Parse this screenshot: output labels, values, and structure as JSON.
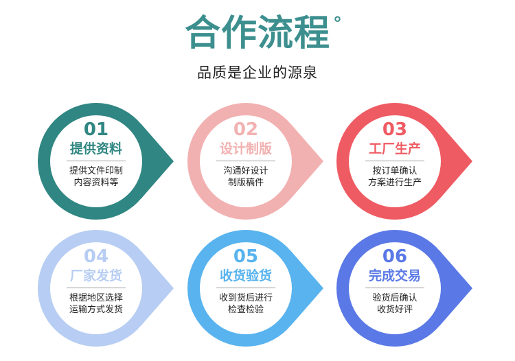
{
  "header": {
    "title": "合作流程",
    "title_mark": "°",
    "subtitle": "品质是企业的源泉"
  },
  "steps": [
    {
      "number": "01",
      "title": "提供资料",
      "desc_line1": "提供文件印制",
      "desc_line2": "内容资料等",
      "color": "#2f8682"
    },
    {
      "number": "02",
      "title": "设计制版",
      "desc_line1": "沟通好设计",
      "desc_line2": "制版稿件",
      "color": "#f2b1b1"
    },
    {
      "number": "03",
      "title": "工厂生产",
      "desc_line1": "按订单确认",
      "desc_line2": "方案进行生产",
      "color": "#ef5b63"
    },
    {
      "number": "04",
      "title": "厂家发货",
      "desc_line1": "根据地区选择",
      "desc_line2": "运输方式发货",
      "color": "#b7cdf3"
    },
    {
      "number": "05",
      "title": "收货验货",
      "desc_line1": "收到货后进行",
      "desc_line2": "检查检验",
      "color": "#58b3ee"
    },
    {
      "number": "06",
      "title": "完成交易",
      "desc_line1": "验货后确认",
      "desc_line2": "收货好评",
      "color": "#5a79e6"
    }
  ]
}
